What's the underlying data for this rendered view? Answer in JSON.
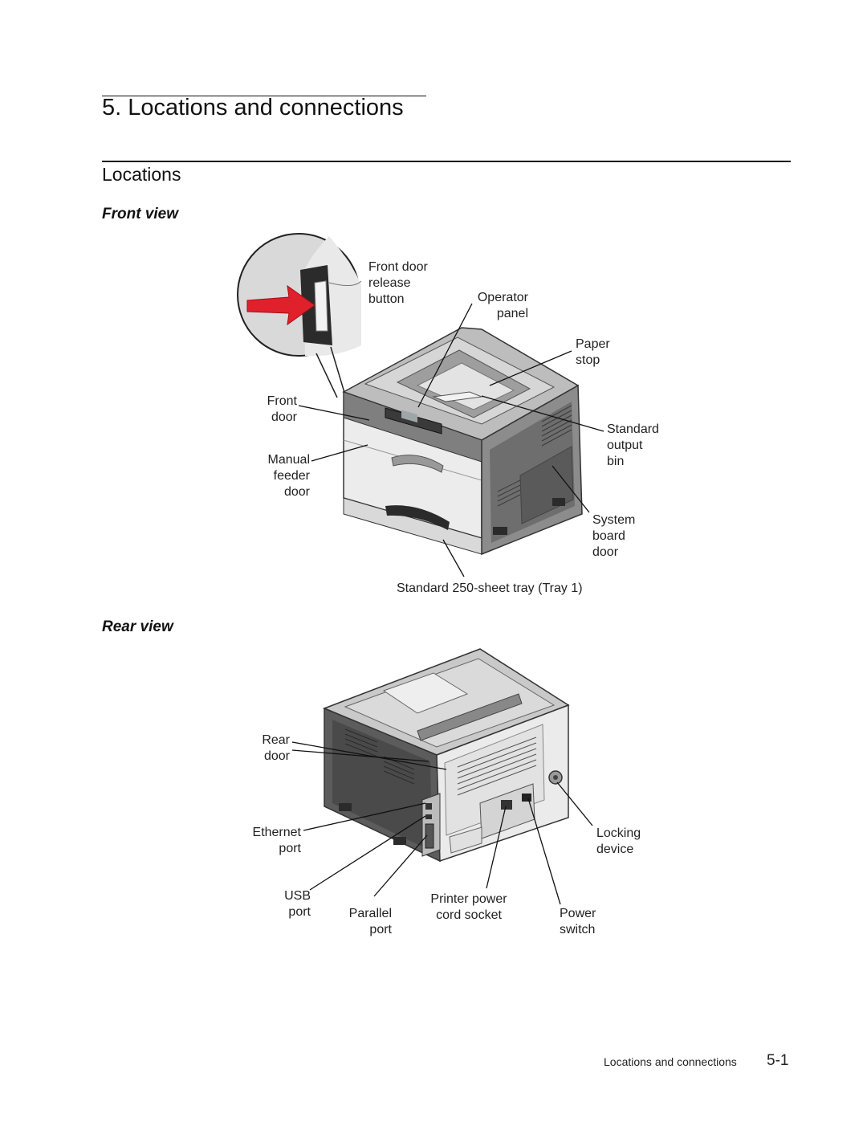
{
  "chapter": {
    "title": "5.  Locations and connections"
  },
  "section": {
    "title": "Locations"
  },
  "front_view": {
    "heading": "Front view",
    "labels": {
      "front_door_release_button": "Front door\n release\n button",
      "operator_panel": "Operator\npanel",
      "paper_stop": "Paper\nstop",
      "front_door": "Front\ndoor",
      "standard_output_bin": "Standard\noutput\nbin",
      "manual_feeder_door": "Manual\nfeeder\ndoor",
      "system_board_door": "System\nboard\ndoor",
      "standard_tray": "Standard 250-sheet tray (Tray 1)"
    }
  },
  "rear_view": {
    "heading": "Rear view",
    "labels": {
      "rear_door": "Rear\ndoor",
      "ethernet_port": "Ethernet\nport",
      "locking_device": "Locking\ndevice",
      "usb_port": "USB\nport",
      "parallel_port": "Parallel\nport",
      "printer_power_cord_socket": "Printer power\ncord socket",
      "power_switch": "Power\nswitch"
    }
  },
  "footer": {
    "title": "Locations and connections",
    "page_number": "5-1"
  }
}
